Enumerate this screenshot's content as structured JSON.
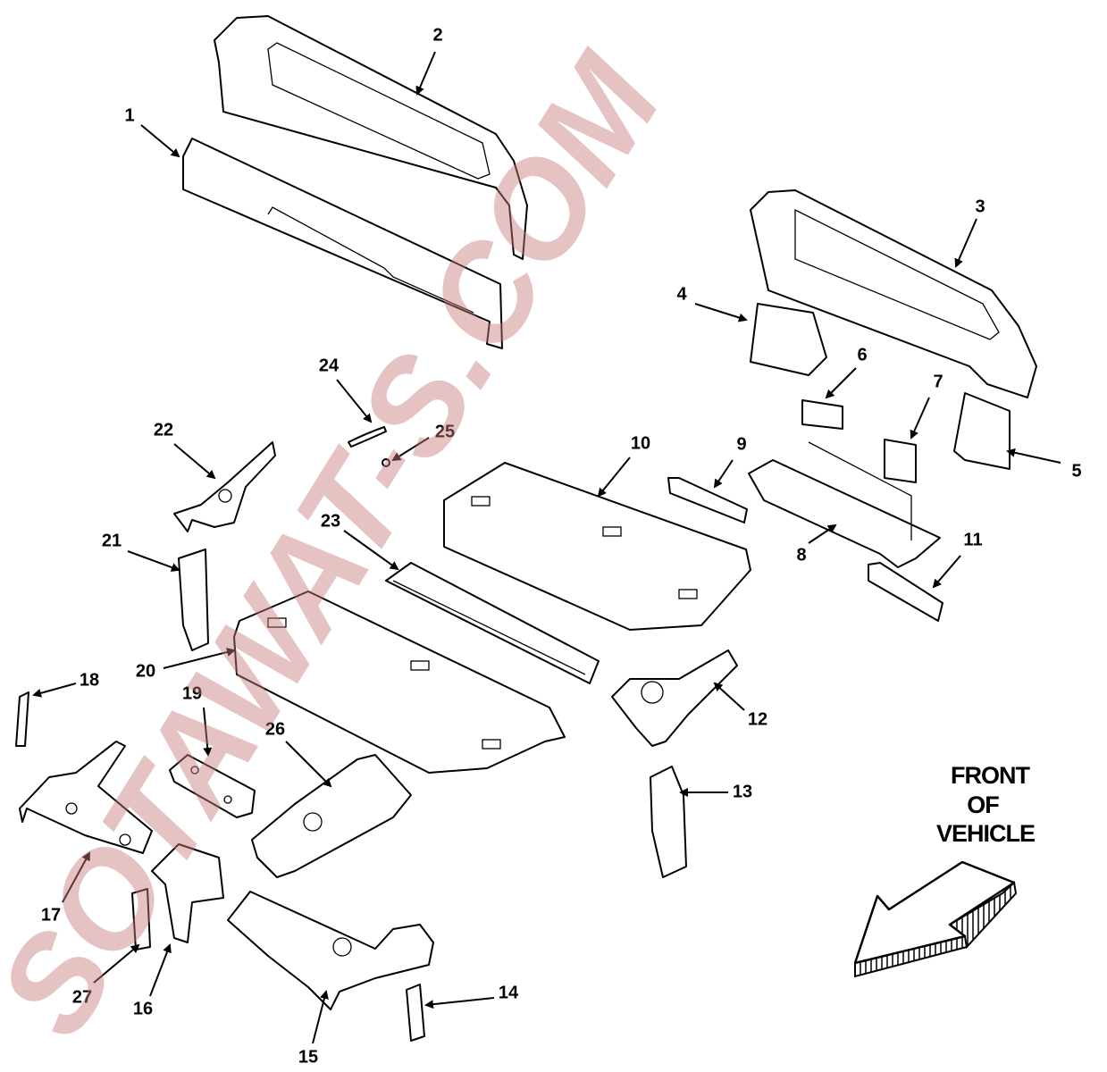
{
  "diagram": {
    "callouts": [
      "1",
      "2",
      "3",
      "4",
      "5",
      "6",
      "7",
      "8",
      "9",
      "10",
      "11",
      "12",
      "13",
      "14",
      "15",
      "16",
      "17",
      "18",
      "19",
      "20",
      "21",
      "22",
      "23",
      "24",
      "25",
      "26",
      "27"
    ],
    "direction_label": [
      "FRONT",
      "OF",
      "VEHICLE"
    ],
    "watermark": "SOTAWAT-S.COM"
  },
  "colors": {
    "watermark_red": "#c97c7c",
    "watermark_gray": "#9a9a9a",
    "ink": "#000000"
  }
}
